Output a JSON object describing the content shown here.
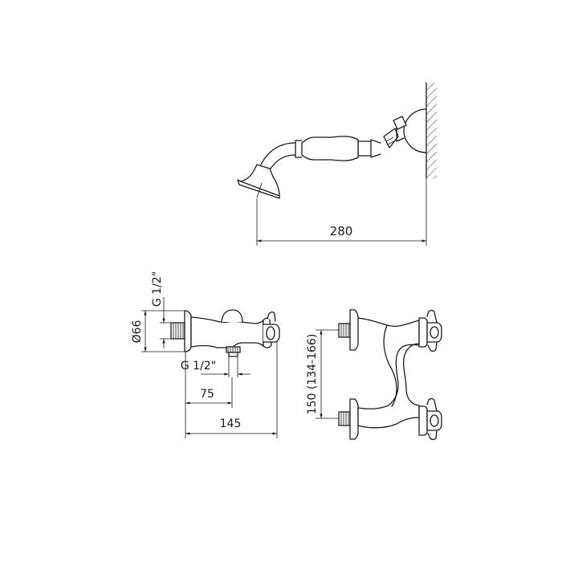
{
  "drawing": {
    "dimensions": {
      "shower_length": "280",
      "inlet_thread": "G 1/2\"",
      "body_diameter": "Ø66",
      "outlet_thread": "G 1/2\"",
      "outlet_offset": "75",
      "total_depth": "145",
      "center_distance": "150 (134-166)"
    }
  }
}
